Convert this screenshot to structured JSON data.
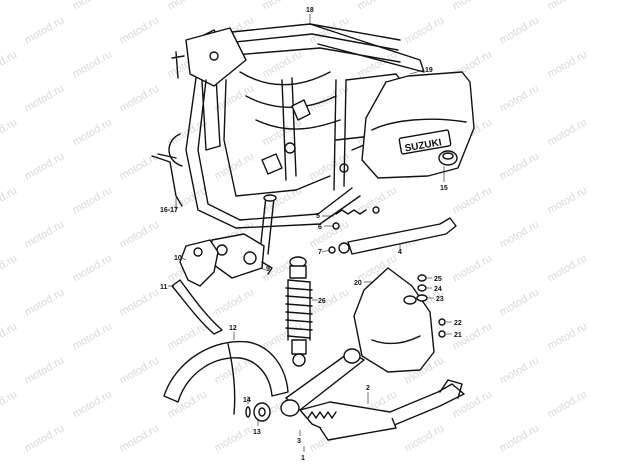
{
  "watermark": {
    "text": "motod.ru"
  },
  "labels": [
    {
      "id": "label-18",
      "text": "18"
    },
    {
      "id": "label-19",
      "text": "19"
    },
    {
      "id": "label-15",
      "text": "15"
    },
    {
      "id": "label-16-17",
      "text": "16-17"
    },
    {
      "id": "label-5",
      "text": "5"
    },
    {
      "id": "label-6",
      "text": "6"
    },
    {
      "id": "label-4",
      "text": "4"
    },
    {
      "id": "label-7",
      "text": "7"
    },
    {
      "id": "label-10",
      "text": "10"
    },
    {
      "id": "label-9",
      "text": "9"
    },
    {
      "id": "label-11",
      "text": "11"
    },
    {
      "id": "label-26",
      "text": "26"
    },
    {
      "id": "label-20",
      "text": "20"
    },
    {
      "id": "label-25",
      "text": "25"
    },
    {
      "id": "label-24",
      "text": "24"
    },
    {
      "id": "label-23",
      "text": "23"
    },
    {
      "id": "label-22",
      "text": "22"
    },
    {
      "id": "label-21",
      "text": "21"
    },
    {
      "id": "label-12",
      "text": "12"
    },
    {
      "id": "label-2",
      "text": "2"
    },
    {
      "id": "label-14",
      "text": "14"
    },
    {
      "id": "label-13",
      "text": "13"
    },
    {
      "id": "label-3",
      "text": "3"
    },
    {
      "id": "label-1",
      "text": "1"
    }
  ],
  "side_cover_badge": "SUZUKI"
}
